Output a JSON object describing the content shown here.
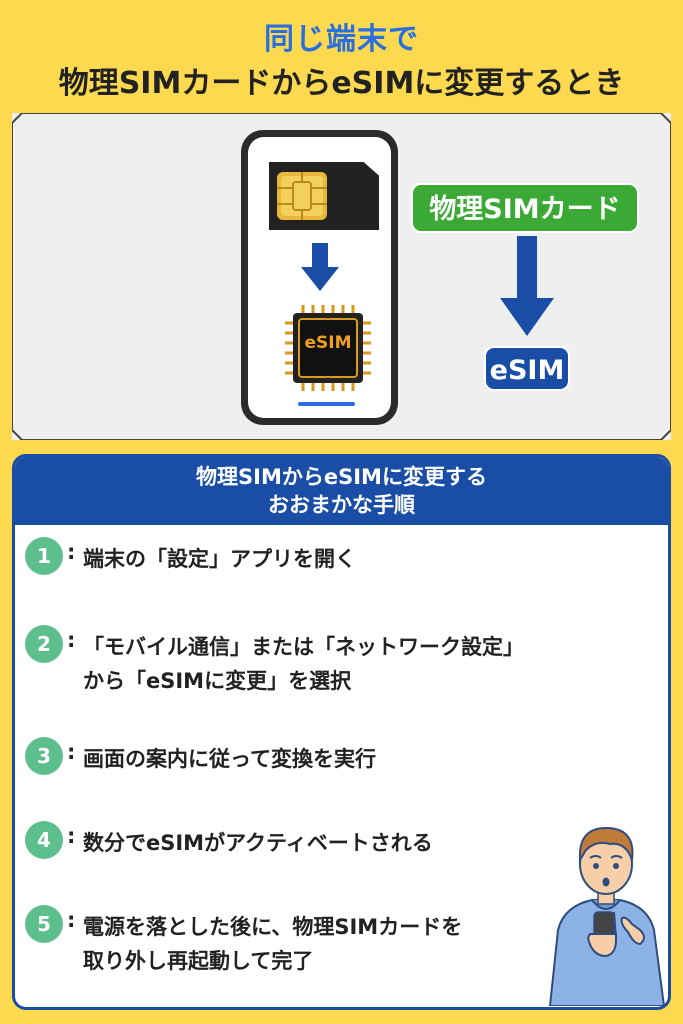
{
  "title": {
    "line1": "同じ端末で",
    "line2": "物理SIMカードからeSIMに変更するとき"
  },
  "illustration": {
    "chip_label": "eSIM",
    "physical_label": "物理SIMカード",
    "esim_label": "eSIM"
  },
  "colors": {
    "background": "#fdd94f",
    "title_blue": "#2a6fe0",
    "navy": "#1a4ea6",
    "green": "#3aaa35",
    "step_badge": "#5cbf8d"
  },
  "steps_card": {
    "header_line1": "物理SIMからeSIMに変更する",
    "header_line2": "おおまかな手順",
    "steps": [
      {
        "num": "1",
        "colon": ":",
        "line1": "端末の「設定」アプリを開く",
        "line2": ""
      },
      {
        "num": "2",
        "colon": ":",
        "line1": "「モバイル通信」または「ネットワーク設定」",
        "line2": "から「eSIMに変更」を選択"
      },
      {
        "num": "3",
        "colon": ":",
        "line1": "画面の案内に従って変換を実行",
        "line2": ""
      },
      {
        "num": "4",
        "colon": ":",
        "line1": "数分でeSIMがアクティベートされる",
        "line2": ""
      },
      {
        "num": "5",
        "colon": ":",
        "line1": "電源を落とした後に、物理SIMカードを",
        "line2": "取り外し再起動して完了"
      }
    ]
  },
  "icons": {
    "phone": "smartphone-icon",
    "sim": "sim-card-icon",
    "chip": "esim-chip-icon",
    "arrow": "arrow-down-icon",
    "person": "person-with-phone-icon"
  }
}
